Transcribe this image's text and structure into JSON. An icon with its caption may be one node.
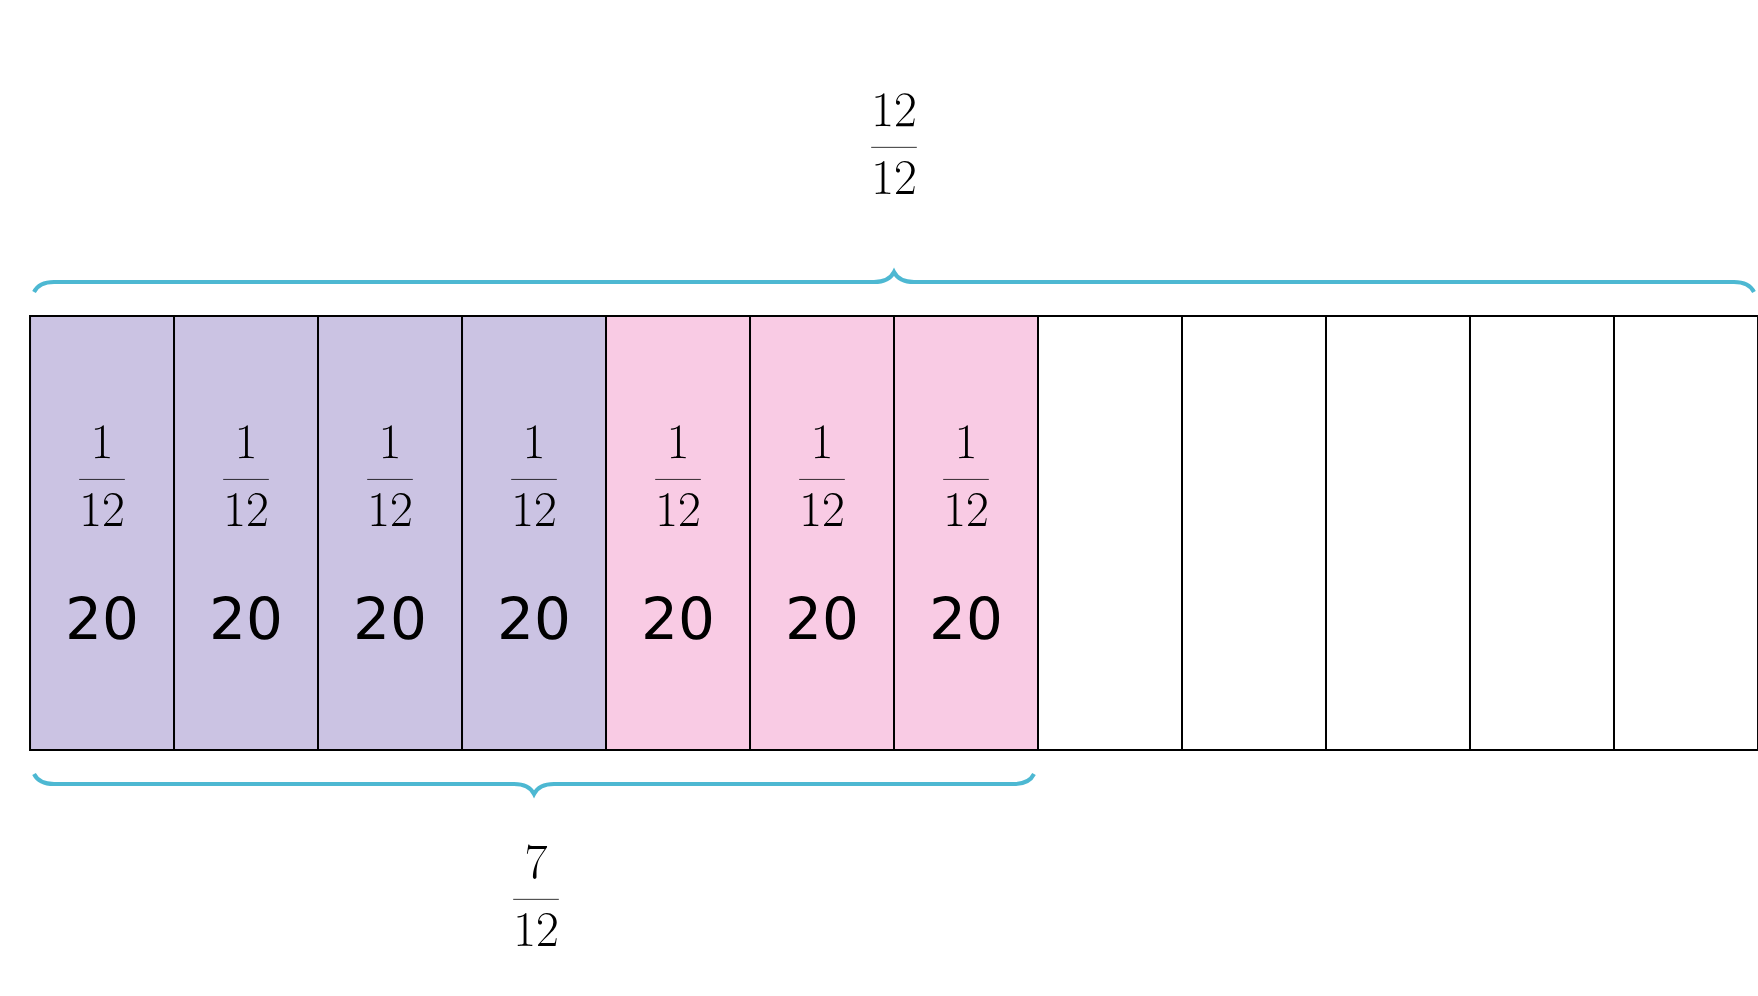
{
  "diagram": {
    "nodes": [
      {
        "text": [
          "\\frac{1}{12}",
          "20"
        ]
      },
      {
        "text": [
          "\\frac{1}{12}",
          "20"
        ]
      },
      {
        "text": [
          "\\frac{1}{12}",
          "20"
        ]
      },
      {
        "text": [
          "\\frac{1}{12}",
          "20"
        ]
      },
      {
        "text": [
          "\\frac{1}{12}",
          "20"
        ]
      },
      {
        "text": [
          "\\frac{1}{12}",
          "20"
        ]
      },
      {
        "text": [
          "\\frac{1}{12}",
          "20"
        ]
      },
      {
        "text": [],
        "shape": "box"
      },
      {
        "text": [],
        "shape": "box"
      },
      {
        "text": [],
        "shape": "box"
      },
      {
        "text": [],
        "shape": "box"
      },
      {
        "text": [],
        "shape": "box"
      }
    ],
    "labels": [
      "\\frac{12}{12}",
      "\\frac{7}{12}"
    ]
  }
}
